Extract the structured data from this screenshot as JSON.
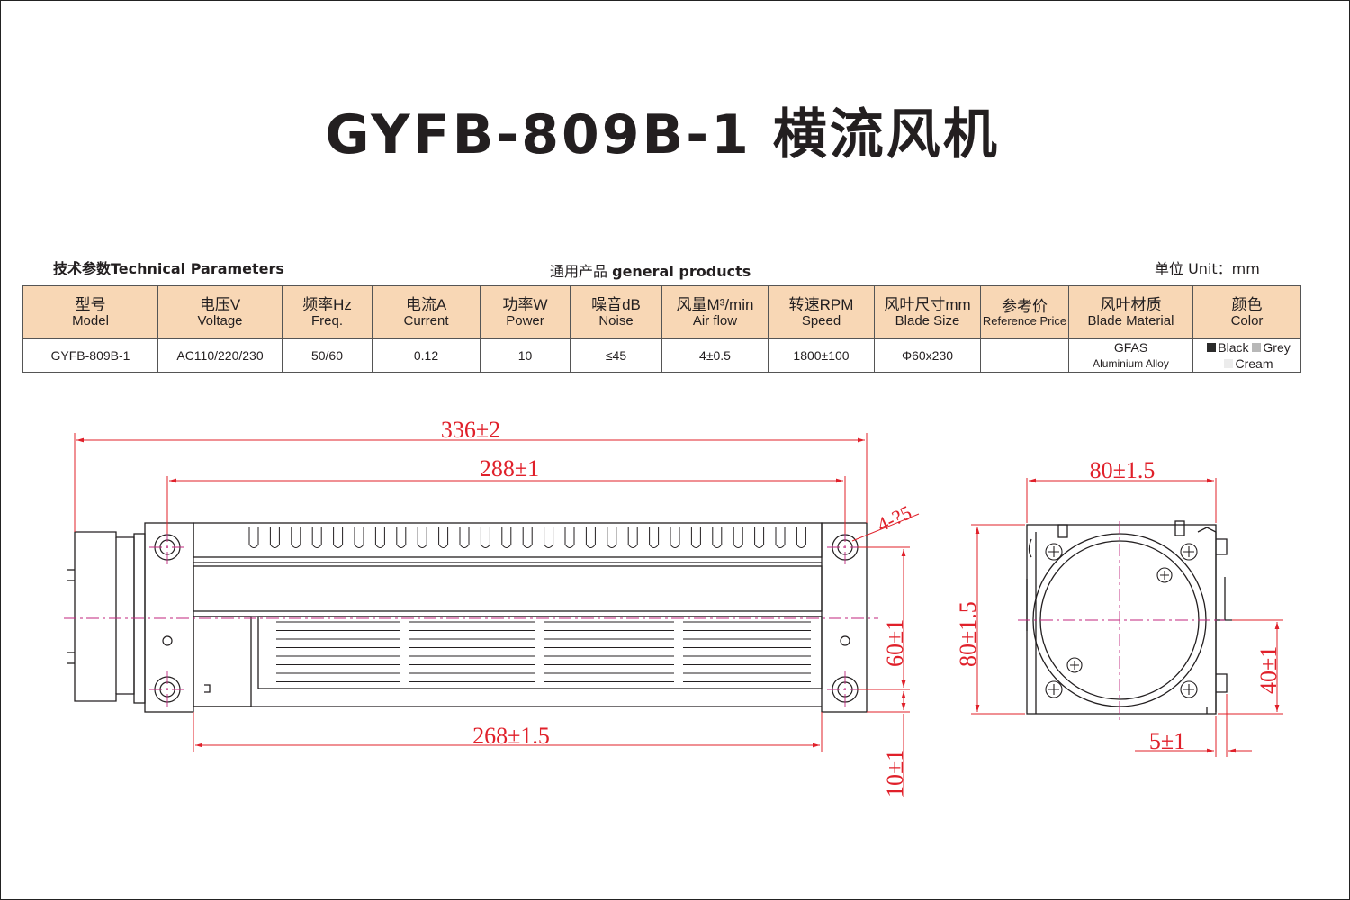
{
  "title": "GYFB-809B-1 横流风机",
  "sections": {
    "technical": "技术参数Technical Parameters",
    "general_cn": "通用产品",
    "general_en": "general products",
    "unit": "单位 Unit：mm"
  },
  "table": {
    "headers": [
      {
        "zh": "型号",
        "en": "Model"
      },
      {
        "zh": "电压V",
        "en": "Voltage"
      },
      {
        "zh": "频率Hz",
        "en": "Freq."
      },
      {
        "zh": "电流A",
        "en": "Current"
      },
      {
        "zh": "功率W",
        "en": "Power"
      },
      {
        "zh": "噪音dB",
        "en": "Noise"
      },
      {
        "zh": "风量M³/min",
        "en": "Air flow"
      },
      {
        "zh": "转速RPM",
        "en": "Speed"
      },
      {
        "zh": "风叶尺寸mm",
        "en": "Blade Size"
      },
      {
        "zh": "参考价",
        "en": "Reference Price"
      },
      {
        "zh": "风叶材质",
        "en": "Blade Material"
      },
      {
        "zh": "颜色",
        "en": "Color"
      }
    ],
    "row": {
      "model": "GYFB-809B-1",
      "voltage": "AC110/220/230",
      "freq": "50/60",
      "current": "0.12",
      "power": "10",
      "noise": "≤45",
      "airflow": "4±0.5",
      "speed": "1800±100",
      "blade_size": "Φ60x230",
      "price": "",
      "material_top": "GFAS",
      "material_bottom": "Aluminium Alloy",
      "colors": [
        {
          "name": "Black",
          "hex": "#2b2b2b"
        },
        {
          "name": "Grey",
          "hex": "#b8b8b8"
        },
        {
          "name": "Cream",
          "hex": "#ececec"
        }
      ]
    }
  },
  "dimensions": {
    "overall_length": "336±2",
    "mount_spacing": "288±1",
    "hole": "4-?5",
    "height_left": "60±1",
    "body_length": "268±1.5",
    "offset": "10±1",
    "width": "80±1.5",
    "height_right": "80±1.5",
    "half_height": "40±1",
    "flange": "5±1"
  },
  "colors": {
    "dimension": "#e0202a",
    "header_bg": "#f8d7b5",
    "line": "#231f20"
  }
}
